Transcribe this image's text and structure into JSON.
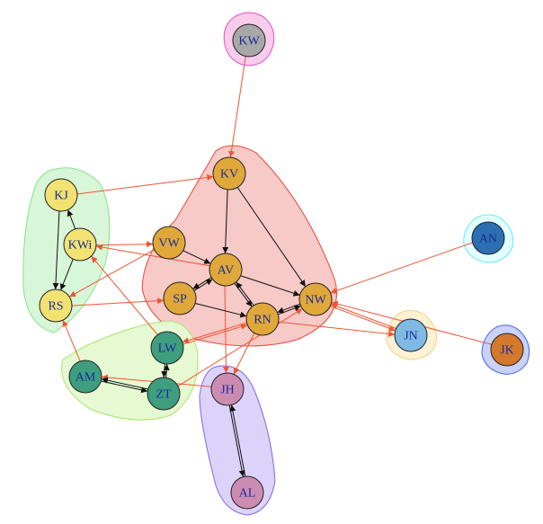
{
  "nodes": [
    {
      "id": "KW",
      "label": "KW",
      "color": "#A8A8A8"
    },
    {
      "id": "KV",
      "label": "KV",
      "color": "#E0A83A"
    },
    {
      "id": "KJ",
      "label": "KJ",
      "color": "#F2E272"
    },
    {
      "id": "KWi",
      "label": "KWi",
      "color": "#F2E272"
    },
    {
      "id": "VW",
      "label": "VW",
      "color": "#E0A83A"
    },
    {
      "id": "AV",
      "label": "AV",
      "color": "#E0A83A"
    },
    {
      "id": "SP",
      "label": "SP",
      "color": "#E0A83A"
    },
    {
      "id": "NW",
      "label": "NW",
      "color": "#E0A83A"
    },
    {
      "id": "RN",
      "label": "RN",
      "color": "#E0A83A"
    },
    {
      "id": "RS",
      "label": "RS",
      "color": "#F2E272"
    },
    {
      "id": "AN",
      "label": "AN",
      "color": "#2C6FB0"
    },
    {
      "id": "JN",
      "label": "JN",
      "color": "#7EBAE4"
    },
    {
      "id": "JK",
      "label": "JK",
      "color": "#D4782C"
    },
    {
      "id": "LW",
      "label": "LW",
      "color": "#3E9E7E"
    },
    {
      "id": "AM",
      "label": "AM",
      "color": "#3E9E7E"
    },
    {
      "id": "ZT",
      "label": "ZT",
      "color": "#3E9E7E"
    },
    {
      "id": "JH",
      "label": "JH",
      "color": "#CC8CB2"
    },
    {
      "id": "AL",
      "label": "AL",
      "color": "#CC8CB2"
    }
  ],
  "edges": [
    {
      "from": "KW",
      "to": "KV",
      "type": "red"
    },
    {
      "from": "KJ",
      "to": "KV",
      "type": "red"
    },
    {
      "from": "KWi",
      "to": "VW",
      "type": "red"
    },
    {
      "from": "AV",
      "to": "KWi",
      "type": "red"
    },
    {
      "from": "VW",
      "to": "RS",
      "type": "red"
    },
    {
      "from": "RS",
      "to": "SP",
      "type": "red"
    },
    {
      "from": "LW",
      "to": "KWi",
      "type": "red"
    },
    {
      "from": "AM",
      "to": "RS",
      "type": "red"
    },
    {
      "from": "JH",
      "to": "AM",
      "type": "red"
    },
    {
      "from": "ZT",
      "to": "NW",
      "type": "red"
    },
    {
      "from": "RN",
      "to": "LW",
      "type": "red"
    },
    {
      "from": "LW",
      "to": "RN",
      "type": "red"
    },
    {
      "from": "AV",
      "to": "JH",
      "type": "red"
    },
    {
      "from": "RN",
      "to": "JH",
      "type": "red"
    },
    {
      "from": "RN",
      "to": "JN",
      "type": "red"
    },
    {
      "from": "JN",
      "to": "NW",
      "type": "red"
    },
    {
      "from": "NW",
      "to": "JN",
      "type": "red"
    },
    {
      "from": "JK",
      "to": "NW",
      "type": "red"
    },
    {
      "from": "AN",
      "to": "NW",
      "type": "red"
    },
    {
      "from": "KJ",
      "to": "RS",
      "type": "black"
    },
    {
      "from": "KWi",
      "to": "KJ",
      "type": "black"
    },
    {
      "from": "KWi",
      "to": "RS",
      "type": "black"
    },
    {
      "from": "KV",
      "to": "AV",
      "type": "black"
    },
    {
      "from": "KV",
      "to": "NW",
      "type": "black"
    },
    {
      "from": "VW",
      "to": "AV",
      "type": "black"
    },
    {
      "from": "AV",
      "to": "NW",
      "type": "black"
    },
    {
      "from": "AV",
      "to": "SP",
      "type": "black"
    },
    {
      "from": "SP",
      "to": "AV",
      "type": "black"
    },
    {
      "from": "AV",
      "to": "RN",
      "type": "black"
    },
    {
      "from": "RN",
      "to": "AV",
      "type": "black"
    },
    {
      "from": "SP",
      "to": "RN",
      "type": "black"
    },
    {
      "from": "RN",
      "to": "NW",
      "type": "black"
    },
    {
      "from": "NW",
      "to": "RN",
      "type": "black"
    },
    {
      "from": "LW",
      "to": "ZT",
      "type": "black"
    },
    {
      "from": "ZT",
      "to": "LW",
      "type": "black"
    },
    {
      "from": "AM",
      "to": "ZT",
      "type": "black"
    },
    {
      "from": "ZT",
      "to": "AM",
      "type": "black"
    },
    {
      "from": "JH",
      "to": "AL",
      "type": "black"
    },
    {
      "from": "AL",
      "to": "JH",
      "type": "black"
    }
  ],
  "edge_colors": {
    "red": "#EE5533",
    "black": "#111111"
  }
}
